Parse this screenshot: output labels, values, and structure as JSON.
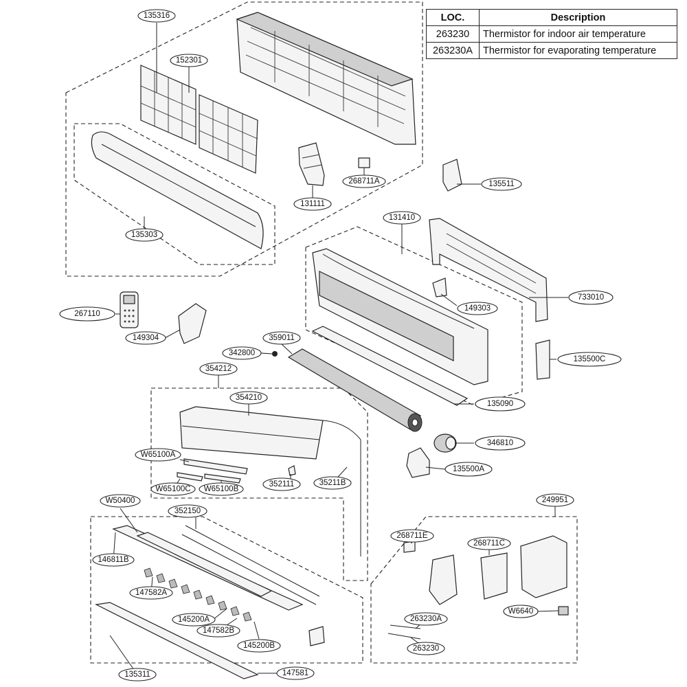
{
  "table": {
    "headers": [
      "LOC.",
      "Description"
    ],
    "rows": [
      {
        "loc": "263230",
        "description": "Thermistor for indoor air temperature"
      },
      {
        "loc": "263230A",
        "description": "Thermistor for evaporating temperature"
      }
    ]
  },
  "labels": {
    "p135316": "135316",
    "p152301": "152301",
    "p268711A": "268711A",
    "p131111": "131111",
    "p135303": "135303",
    "p135511": "135511",
    "p131410": "131410",
    "p733010": "733010",
    "p149303": "149303",
    "p267110": "267110",
    "p149304": "149304",
    "p359011": "359011",
    "p342800": "342800",
    "p135500C": "135500C",
    "p354212": "354212",
    "p135090": "135090",
    "p354210": "354210",
    "p346810": "346810",
    "pW65100A": "W65100A",
    "p135500A": "135500A",
    "pW65100C": "W65100C",
    "pW65100B": "W65100B",
    "p352111": "352111",
    "p35211B": "35211B",
    "pW50400": "W50400",
    "p352150": "352150",
    "p249951": "249951",
    "p268711E": "268711E",
    "p268711C": "268711C",
    "p146811B": "146811B",
    "p147582A": "147582A",
    "pW6640": "W6640",
    "p145200A": "145200A",
    "p147582B": "147582B",
    "p263230A": "263230A",
    "p145200B": "145200B",
    "p263230": "263230",
    "p135311": "135311",
    "p147581": "147581"
  }
}
